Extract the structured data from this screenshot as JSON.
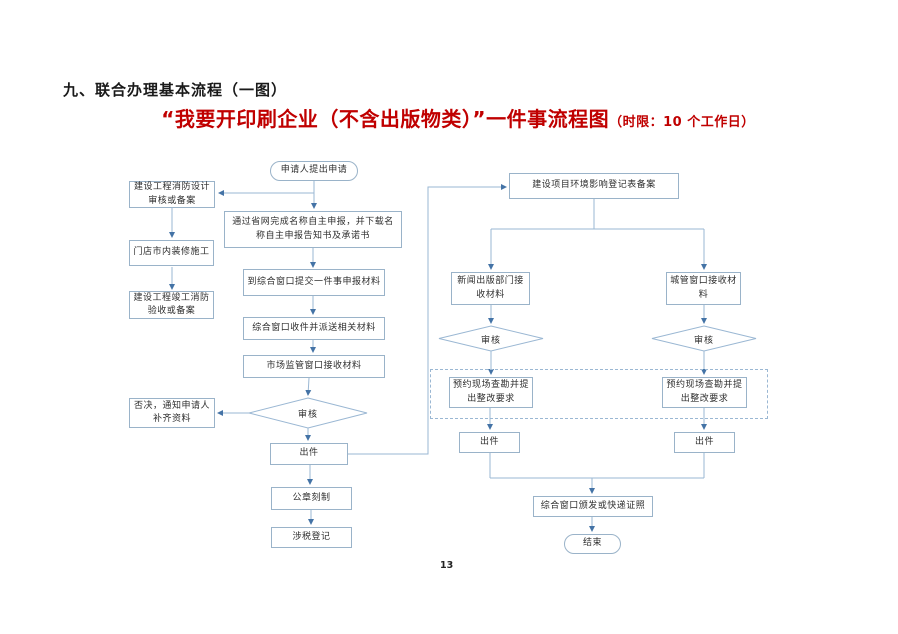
{
  "page": {
    "heading": "九、联合办理基本流程（一图）",
    "title_main": "“我要开印刷企业（不含出版物类）”一件事流程图",
    "title_suffix": "（时限：10 个工作日）",
    "page_number": "13"
  },
  "colors": {
    "title_red": "#c00000",
    "connector_line": "#9ab7d3",
    "arrowhead": "#4473a6",
    "node_border": "#9ab3c9",
    "node_text": "#2e2e2e"
  },
  "flowchart": {
    "nodes": {
      "start": "申请人提出申请",
      "fire_design": "建设工程消防设计审核或备案",
      "shop_decoration": "门店市内装修施工",
      "fire_acceptance": "建设工程竣工消防验收或备案",
      "name_declare": "通过省网完成名称自主申报，并下载名称自主申报告知书及承诺书",
      "submit_materials": "到综合窗口提交一件事申报材料",
      "window_receive": "综合窗口收件并派送相关材料",
      "market_receive": "市场监管窗口接收材料",
      "review_main": "审核",
      "reject_notice": "否决，通知申请人补齐资料",
      "issue_main": "出件",
      "seal_carving": "公章刻制",
      "tax_register": "涉税登记",
      "env_register": "建设项目环境影响登记表备案",
      "press_receive": "新闻出版部门接收材料",
      "urban_receive": "城管窗口接收材料",
      "review_left": "审核",
      "review_right": "审核",
      "survey_left": "预约现场查勘并提出整改要求",
      "survey_right": "预约现场查勘并提出整改要求",
      "issue_left": "出件",
      "issue_right": "出件",
      "license_issue": "综合窗口颁发或快递证照",
      "end": "结束"
    }
  }
}
